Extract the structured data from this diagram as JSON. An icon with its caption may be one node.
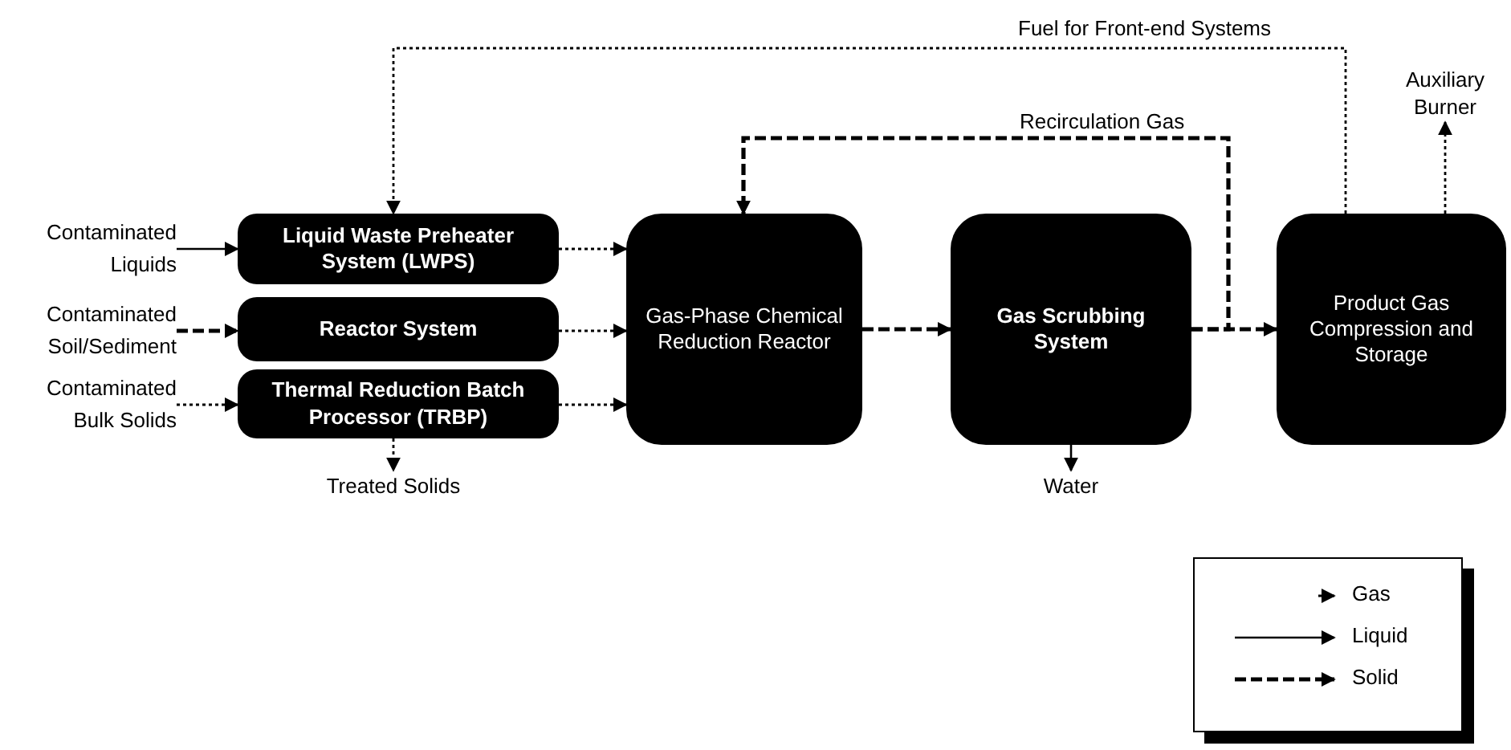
{
  "diagram": {
    "nodes": [
      {
        "text": [
          "Contaminated Liquids"
        ]
      },
      {
        "text": [
          "Contaminated Soil/Sediment"
        ]
      },
      {
        "text": [
          "Contaminated Bulk Solids"
        ]
      },
      {
        "text": [
          "Liquid Waste Preheater System (LWPS)"
        ]
      },
      {
        "text": [
          "Reactor System"
        ]
      },
      {
        "text": [
          "Thermal Reduction Batch Processor (TRBP)"
        ]
      },
      {
        "text": [
          "Gas-Phase Chemical Reduction Reactor"
        ]
      },
      {
        "text": [
          "Gas Scrubbing System"
        ]
      },
      {
        "text": [
          "Product Gas Compression and Storage"
        ]
      },
      {
        "text": [
          "Treated Solids"
        ]
      },
      {
        "text": [
          "Water"
        ]
      },
      {
        "text": [
          "Auxiliary Burner"
        ]
      }
    ],
    "edges": [
      {
        "from": 0,
        "to": 3,
        "arrow": "to"
      },
      {
        "from": 1,
        "to": 4,
        "arrow": "to",
        "style": "dashed"
      },
      {
        "from": 2,
        "to": 5,
        "arrow": "to",
        "style": "dashed"
      },
      {
        "from": 3,
        "to": 6,
        "arrow": "to",
        "style": "dashed"
      },
      {
        "from": 4,
        "to": 6,
        "arrow": "to",
        "style": "dashed"
      },
      {
        "from": 5,
        "to": 6,
        "arrow": "to",
        "style": "dashed"
      },
      {
        "from": 6,
        "to": 7,
        "arrow": "to",
        "style": "dashed"
      },
      {
        "from": 7,
        "to": 8,
        "arrow": "to",
        "style": "dashed"
      },
      {
        "from": 8,
        "to": 3,
        "arrow": "to",
        "style": "dashed",
        "label": "Fuel for Front-end Systems"
      },
      {
        "from": 7,
        "to": 6,
        "arrow": "to",
        "style": "dashed",
        "label": "Recirculation Gas"
      },
      {
        "from": 5,
        "to": 9,
        "arrow": "to",
        "style": "dashed"
      },
      {
        "from": 7,
        "to": 10,
        "arrow": "to"
      },
      {
        "from": 8,
        "to": 11,
        "arrow": "to",
        "style": "dashed"
      }
    ],
    "legend": [
      {
        "text": "Gas"
      },
      {
        "text": "Liquid"
      },
      {
        "text": "Solid"
      }
    ]
  }
}
